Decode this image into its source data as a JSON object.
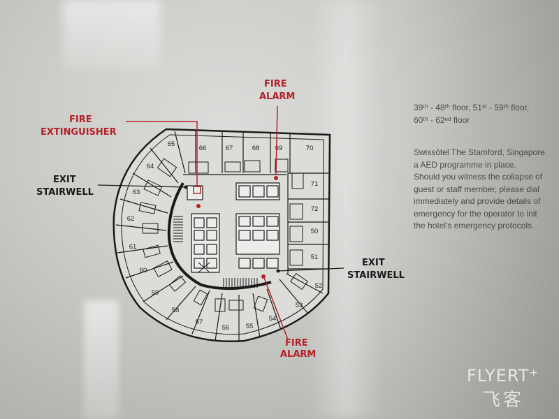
{
  "plan": {
    "labels": {
      "fire_extinguisher_l1": "FIRE",
      "fire_extinguisher_l2": "EXTINGUISHER",
      "fire_alarm_top_l1": "FIRE",
      "fire_alarm_top_l2": "ALARM",
      "exit_left_l1": "EXIT",
      "exit_left_l2": "STAIRWELL",
      "exit_right_l1": "EXIT",
      "exit_right_l2": "STAIRWELL",
      "fire_alarm_bottom_l1": "FIRE",
      "fire_alarm_bottom_l2": "ALARM"
    },
    "rooms": [
      "50",
      "51",
      "52",
      "53",
      "54",
      "55",
      "56",
      "57",
      "58",
      "59",
      "60",
      "61",
      "62",
      "63",
      "64",
      "65",
      "66",
      "67",
      "68",
      "69",
      "70",
      "71",
      "72"
    ],
    "colors": {
      "red": "#b3232a",
      "ink": "#1a1a1a"
    }
  },
  "side": {
    "floors_line1": "39ᵗʰ - 48ᵗʰ floor, 51ˢᵗ - 59ᵗʰ floor,",
    "floors_line2": "60ᵗʰ - 62ⁿᵈ floor",
    "info_lines": [
      "Swissôtel The Stamford, Singapore",
      "a AED programme in place.",
      "Should you witness the collapse of",
      "guest or staff member, please dial",
      "immediately and provide details of",
      "emergency for the operator to init",
      "the hotel's emergency protocols."
    ]
  },
  "watermark": {
    "latin": "FLYERT⁺",
    "cjk": "飞客"
  }
}
